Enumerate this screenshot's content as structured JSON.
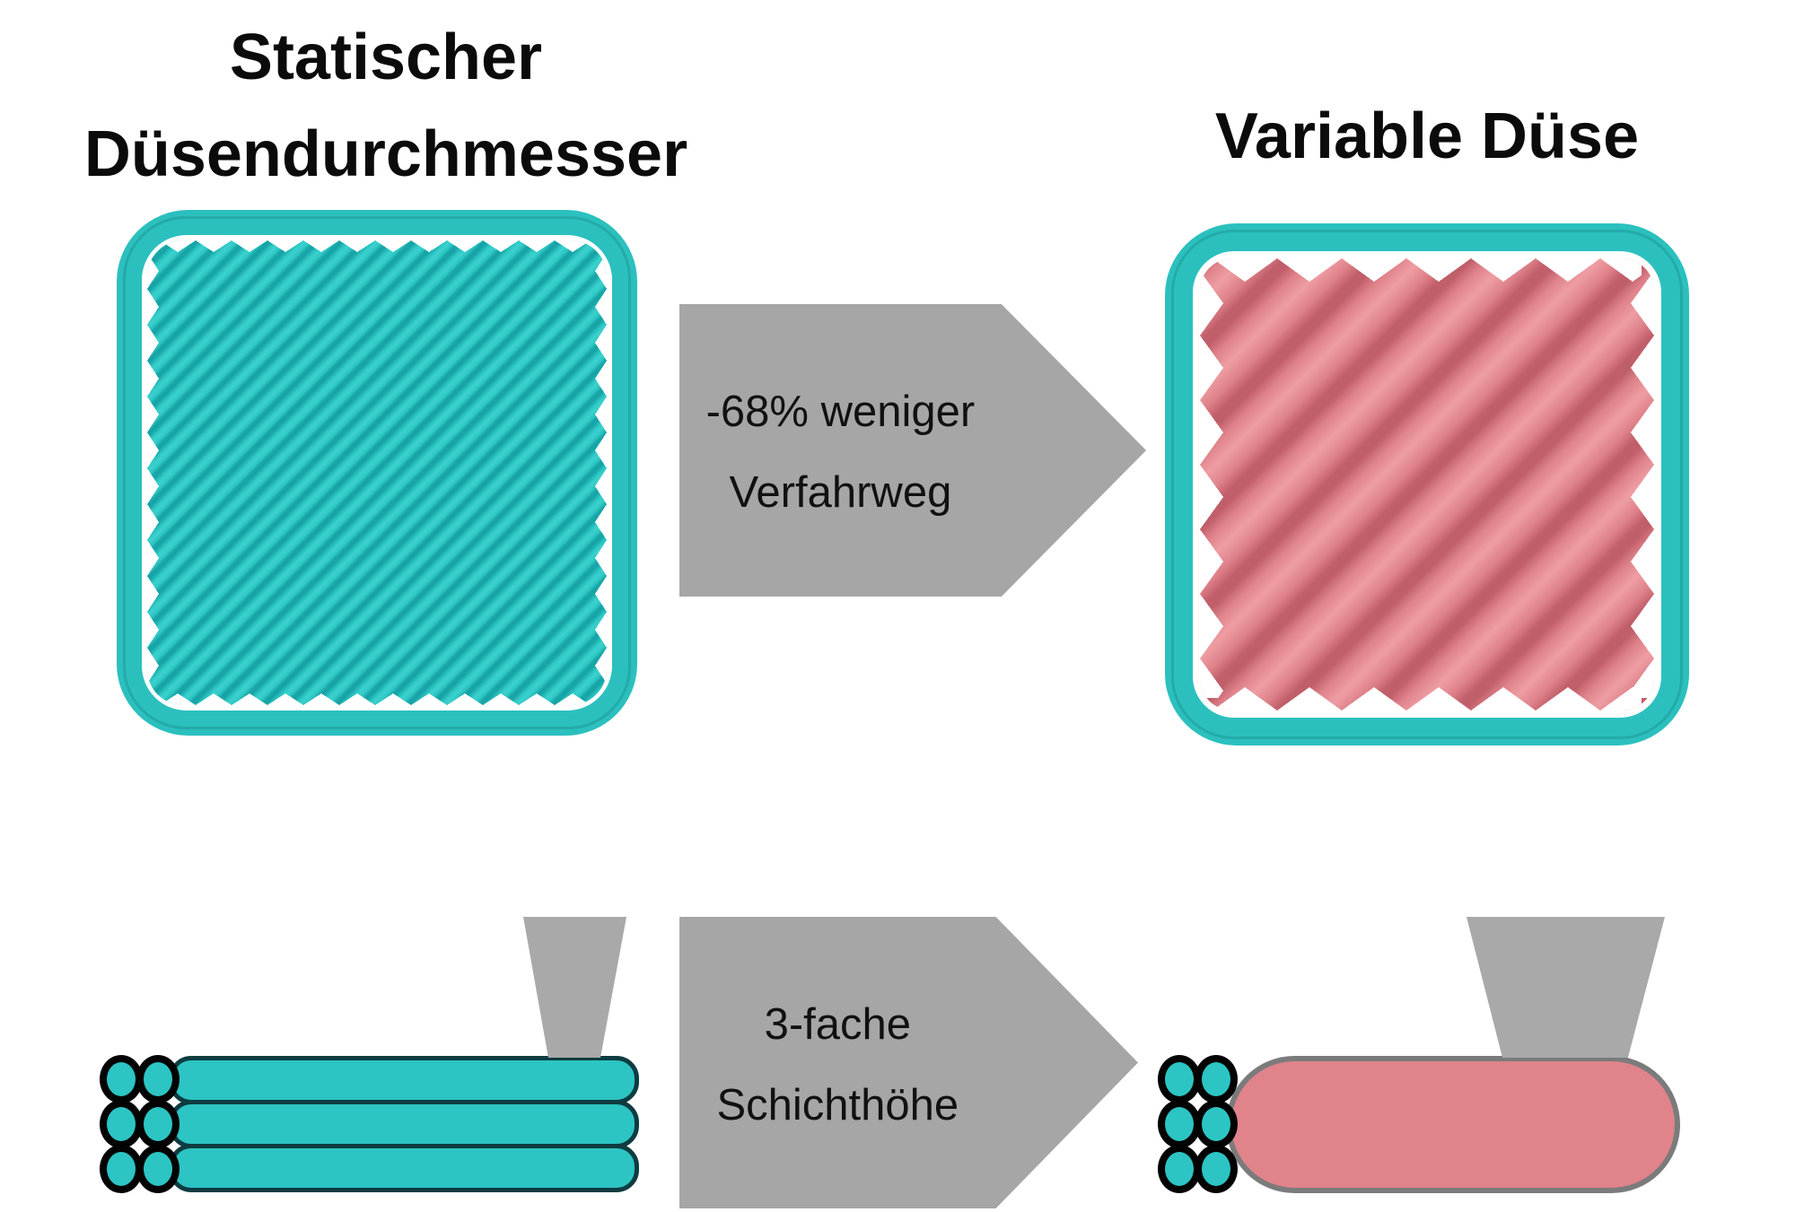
{
  "titles": {
    "static_line1": "Statischer",
    "static_line2": "Düsendurchmesser",
    "variable": "Variable Düse"
  },
  "arrow_top": {
    "line1": "-68% weniger",
    "line2": "Verfahrweg"
  },
  "arrow_bottom": {
    "line1": "3-fache",
    "line2": "Schichthöhe"
  },
  "figures": {
    "static_square_fill": "fine diagonal teal hatch",
    "variable_square_fill": "thick diagonal pink strands",
    "static_layers_count": 3,
    "variable_layers_count": 1
  },
  "colors": {
    "teal": "#2CC5C3",
    "teal_dark": "#17A4A7",
    "teal_ring": "#2BC0BE",
    "layer_outline": "#0D3C41",
    "pink": "#E0838B",
    "pink_dark": "#C05E6A",
    "pink_light": "#EE9DA2",
    "capsule_outline": "#7B7B7B",
    "arrow_gray": "#A6A6A6",
    "nozzle_gray": "#A9A9A9",
    "text": "#111111",
    "background": "#FFFFFF"
  }
}
